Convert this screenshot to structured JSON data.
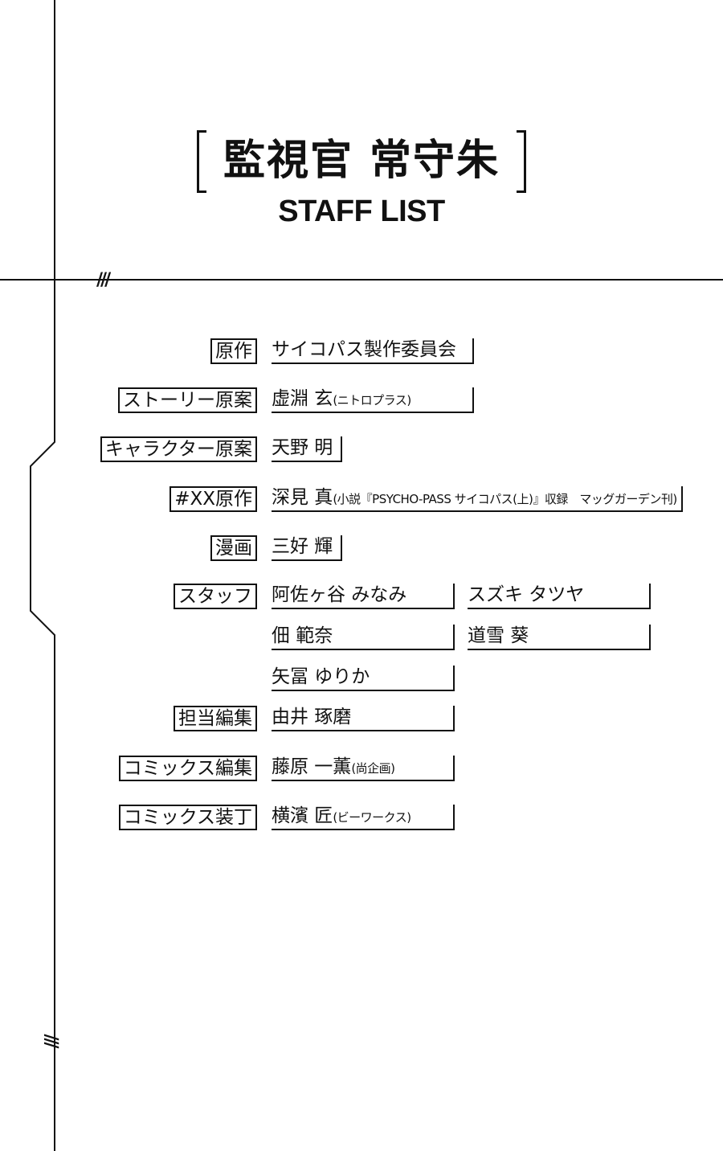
{
  "title": {
    "japanese": "監視官 常守朱",
    "english": "STAFF LIST"
  },
  "credits": [
    {
      "role": "原作",
      "names": [
        "サイコパス製作委員会"
      ]
    },
    {
      "role": "ストーリー原案",
      "names": [
        "虚淵 玄"
      ],
      "note": "(ニトロプラス)"
    },
    {
      "role": "キャラクター原案",
      "names": [
        "天野 明"
      ]
    },
    {
      "role": "#XX原作",
      "names": [
        "深見 真"
      ],
      "note": "(小説『PSYCHO-PASS サイコパス(上)』収録　マッグガーデン刊)"
    },
    {
      "role": "漫画",
      "names": [
        "三好 輝"
      ]
    },
    {
      "role": "スタッフ",
      "names": [
        "阿佐ヶ谷 みなみ",
        "スズキ タツヤ",
        "佃 範奈",
        "道雪 葵",
        "矢冨 ゆりか"
      ]
    },
    {
      "role": "担当編集",
      "names": [
        "由井 琢磨"
      ]
    },
    {
      "role": "コミックス編集",
      "names": [
        "藤原 一薫"
      ],
      "note": "(尚企画)"
    },
    {
      "role": "コミックス装丁",
      "names": [
        "横濱 匠"
      ],
      "note": "(ビーワークス)"
    }
  ],
  "decorations": {
    "slash_mark": "///"
  }
}
